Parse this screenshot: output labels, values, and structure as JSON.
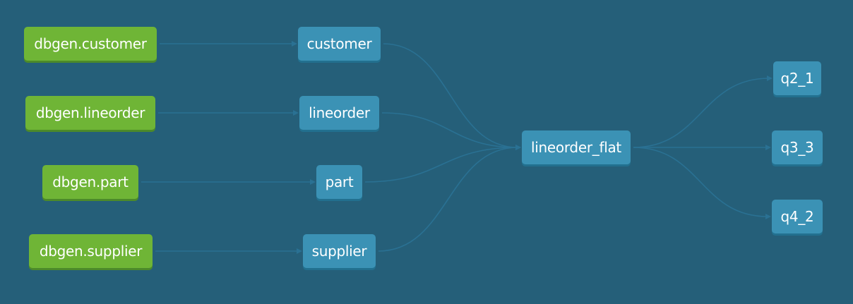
{
  "graph": {
    "colors": {
      "background": "#255f79",
      "source_node": "#6fb536",
      "model_node": "#3b92b5",
      "edge": "#2a7193"
    },
    "sources": [
      {
        "id": "dbgen_customer",
        "label": "dbgen.customer"
      },
      {
        "id": "dbgen_lineorder",
        "label": "dbgen.lineorder"
      },
      {
        "id": "dbgen_part",
        "label": "dbgen.part"
      },
      {
        "id": "dbgen_supplier",
        "label": "dbgen.supplier"
      }
    ],
    "staging": [
      {
        "id": "customer",
        "label": "customer"
      },
      {
        "id": "lineorder",
        "label": "lineorder"
      },
      {
        "id": "part",
        "label": "part"
      },
      {
        "id": "supplier",
        "label": "supplier"
      }
    ],
    "flat": {
      "id": "lineorder_flat",
      "label": "lineorder_flat"
    },
    "queries": [
      {
        "id": "q2_1",
        "label": "q2_1"
      },
      {
        "id": "q3_3",
        "label": "q3_3"
      },
      {
        "id": "q4_2",
        "label": "q4_2"
      }
    ],
    "edges": [
      [
        "dbgen_customer",
        "customer"
      ],
      [
        "dbgen_lineorder",
        "lineorder"
      ],
      [
        "dbgen_part",
        "part"
      ],
      [
        "dbgen_supplier",
        "supplier"
      ],
      [
        "customer",
        "lineorder_flat"
      ],
      [
        "lineorder",
        "lineorder_flat"
      ],
      [
        "part",
        "lineorder_flat"
      ],
      [
        "supplier",
        "lineorder_flat"
      ],
      [
        "lineorder_flat",
        "q2_1"
      ],
      [
        "lineorder_flat",
        "q3_3"
      ],
      [
        "lineorder_flat",
        "q4_2"
      ]
    ]
  }
}
